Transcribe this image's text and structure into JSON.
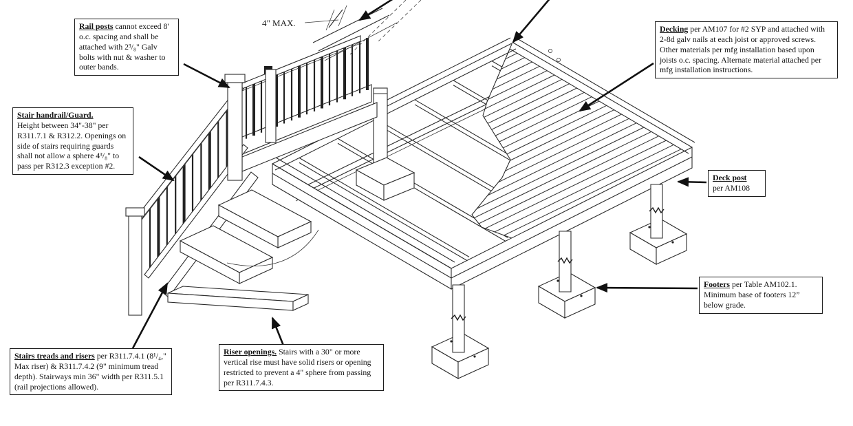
{
  "figure": {
    "title_semantic": "Typical deck construction isometric detail",
    "dimension_label": "4\" MAX.",
    "callouts": {
      "rail_posts": {
        "lead": "Rail posts",
        "body": " cannot exceed 8' o.c. spacing and shall be attached with 2³/₈\" Galv bolts with nut & washer to outer bands."
      },
      "stair_handrail": {
        "lead": "Stair handrail/Guard.",
        "body": "Height between 34\"-38\" per R311.7.1 & R312.2. Openings on side of stairs requiring guards shall not allow a sphere 4³/₈\" to pass per R312.3 exception #2."
      },
      "decking": {
        "lead": "Decking",
        "body": " per AM107 for #2 SYP and attached with 2-8d galv nails at each joist or approved screws. Other materials per mfg installation based upon joists o.c. spacing. Alternate material attached per mfg installation instructions."
      },
      "deck_post": {
        "lead": "Deck post",
        "body": "per AM108"
      },
      "footers": {
        "lead": "Footers",
        "body": " per Table AM102.1. Minimum base of footers 12” below grade."
      },
      "stairs_treads": {
        "lead": "Stairs treads and risers",
        "body": " per R311.7.4.1 (8¹/₄,\" Max riser) & R311.7.4.2 (9\" minimum tread depth). Stairways min 36\" width per R311.5.1 (rail projections allowed)."
      },
      "riser_openings": {
        "lead": "Riser openings.",
        "body": " Stairs with a 30\" or more vertical rise must have solid risers or opening restricted to prevent a 4\" sphere from passing per R311.7.4.3."
      }
    }
  },
  "colors": {
    "ink": "#1c1c1c",
    "background": "#ffffff"
  }
}
